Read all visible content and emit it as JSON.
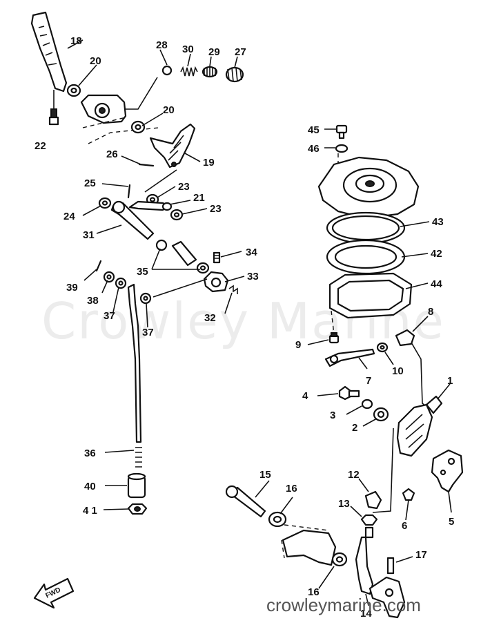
{
  "watermark": "Crowley Marine",
  "footer_url": "crowleymarine.com",
  "fwd_label": "FWD",
  "callouts": {
    "c1": "1",
    "c2": "2",
    "c3": "3",
    "c4": "4",
    "c5": "5",
    "c6": "6",
    "c7": "7",
    "c8": "8",
    "c9": "9",
    "c10": "10",
    "c12": "12",
    "c13": "13",
    "c14": "14",
    "c15": "15",
    "c16a": "16",
    "c16b": "16",
    "c17": "17",
    "c18": "18",
    "c19": "19",
    "c20a": "20",
    "c20b": "20",
    "c21": "21",
    "c22": "22",
    "c23a": "23",
    "c23b": "23",
    "c24": "24",
    "c25": "25",
    "c26": "26",
    "c27": "27",
    "c28": "28",
    "c29": "29",
    "c30": "30",
    "c31": "31",
    "c32": "32",
    "c33": "33",
    "c34": "34",
    "c35": "35",
    "c36": "36",
    "c37a": "37",
    "c37b": "37",
    "c38": "38",
    "c39": "39",
    "c40": "40",
    "c41": "4 1",
    "c42": "42",
    "c43": "43",
    "c44": "44",
    "c45": "45",
    "c46": "46"
  }
}
